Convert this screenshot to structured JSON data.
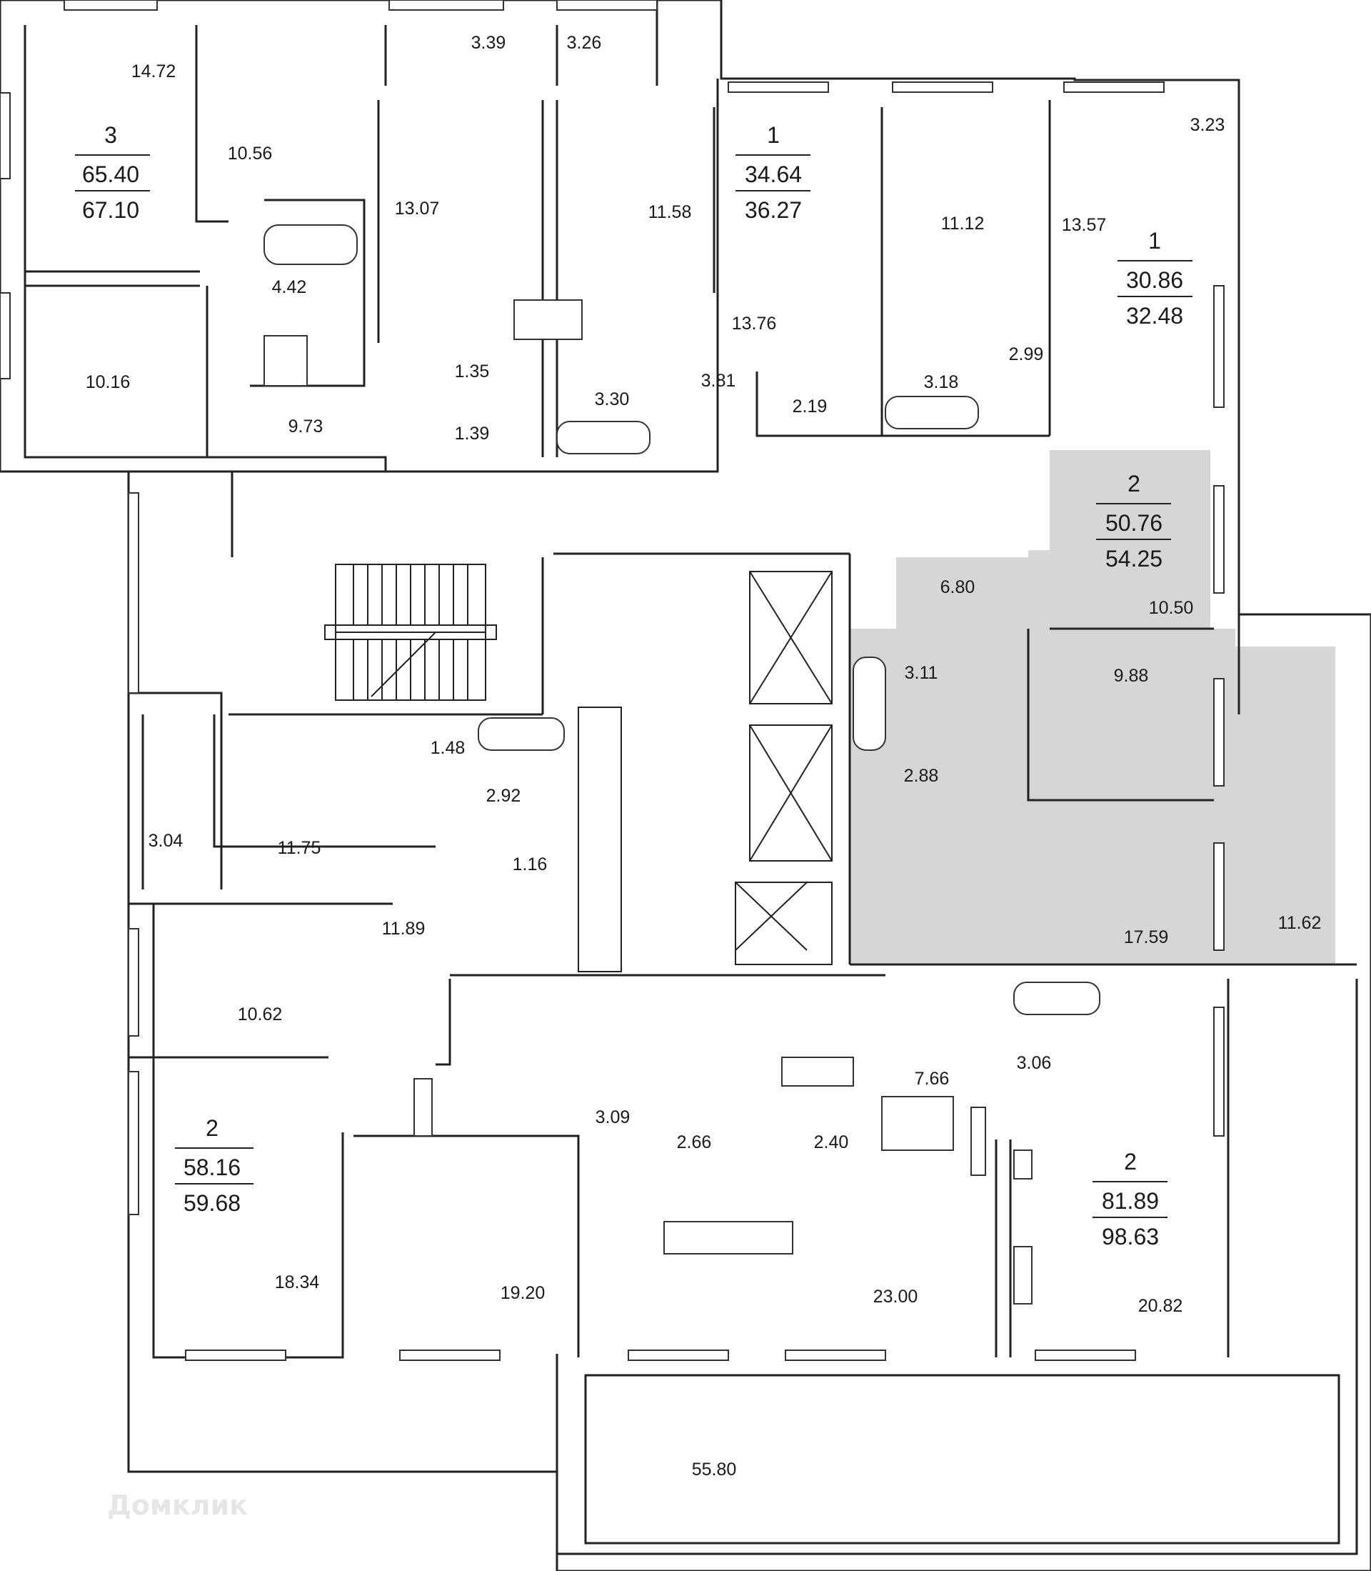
{
  "apartments": [
    {
      "id": "apt-3-room",
      "rooms": "3",
      "living": "65.40",
      "total": "67.10"
    },
    {
      "id": "apt-1-room-a",
      "rooms": "1",
      "living": "34.64",
      "total": "36.27"
    },
    {
      "id": "apt-1-room-b",
      "rooms": "1",
      "living": "30.86",
      "total": "32.48"
    },
    {
      "id": "apt-2-room-selected",
      "rooms": "2",
      "living": "50.76",
      "total": "54.25"
    },
    {
      "id": "apt-2-room-sw",
      "rooms": "2",
      "living": "58.16",
      "total": "59.68"
    },
    {
      "id": "apt-2-room-se",
      "rooms": "2",
      "living": "81.89",
      "total": "98.63"
    }
  ],
  "room_areas": [
    "14.72",
    "10.56",
    "3.39",
    "3.26",
    "13.07",
    "11.58",
    "3.23",
    "11.12",
    "13.57",
    "4.42",
    "10.16",
    "9.73",
    "1.35",
    "1.39",
    "3.30",
    "13.76",
    "3.81",
    "2.19",
    "3.18",
    "2.99",
    "6.80",
    "10.50",
    "3.11",
    "9.88",
    "2.88",
    "1.48",
    "2.92",
    "3.04",
    "11.75",
    "1.16",
    "11.89",
    "17.59",
    "11.62",
    "10.62",
    "7.66",
    "3.06",
    "3.09",
    "2.66",
    "2.40",
    "18.34",
    "19.20",
    "23.00",
    "20.82",
    "55.80"
  ],
  "watermark": "Домклик",
  "colors": {
    "selected_apartment": "#d6d6d6",
    "walls": "#222222"
  }
}
